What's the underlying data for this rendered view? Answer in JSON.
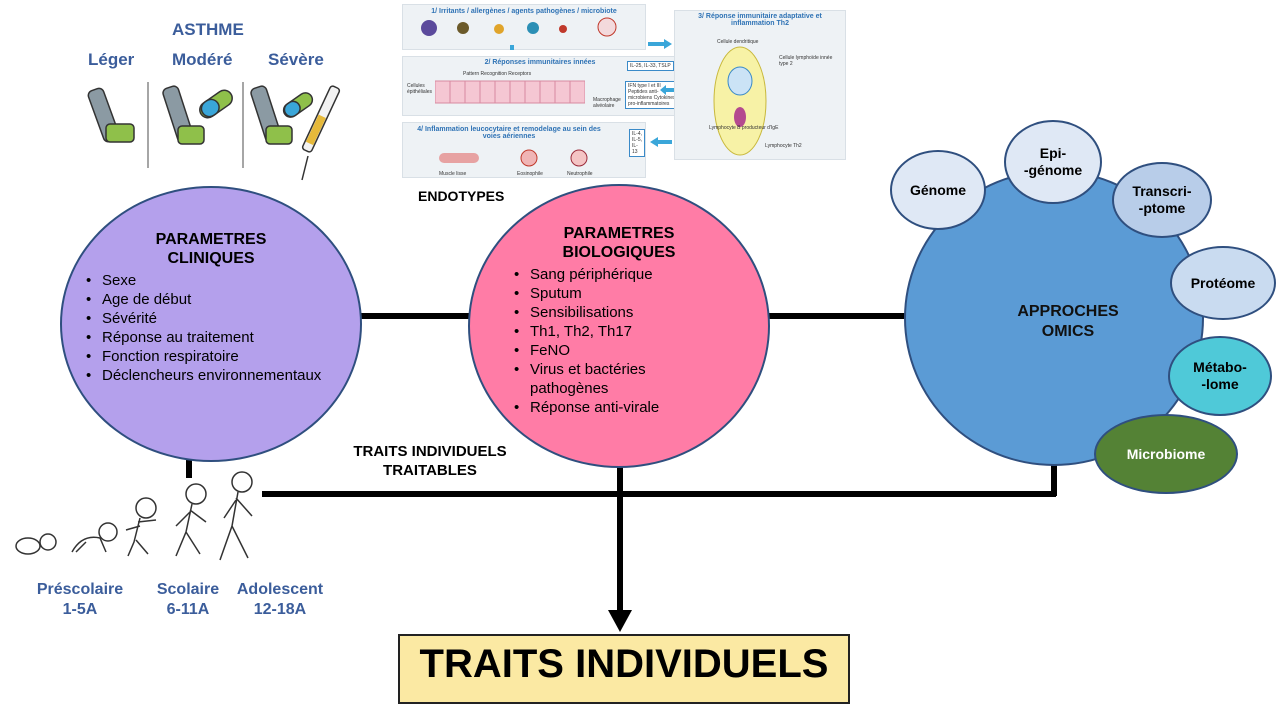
{
  "asthma": {
    "title": "ASTHME",
    "levels": [
      "Léger",
      "Modéré",
      "Sévère"
    ]
  },
  "endotypes": {
    "label": "ENDOTYPES",
    "panel1_title": "1/ Irritants / allergènes / agents pathogènes / microbiote",
    "panel2_title": "2/ Réponses immunitaires innées",
    "panel2_sub": "Pattern Recognition Receptors",
    "panel2_cells": "Cellules épithéliales",
    "panel2_macro": "Macrophage alvéolaire",
    "panel2_box1": "IL-25, IL-33, TSLP",
    "panel2_box2": "IFN type I et III Peptides anti-microbiens Cytokines pro-inflammatoires",
    "panel3_title": "3/ Réponse immunitaire adaptative et inflammation Th2",
    "panel3_dc": "Cellule dendritique",
    "panel3_ilc": "Cellule lymphoïde innée type 2",
    "panel3_b": "Lymphocyte B producteur d'IgE",
    "panel3_th2": "Lymphocyte Th2",
    "panel4_title": "4/ Inflammation leucocytaire et remodelage au sein des voies aériennes",
    "panel4_box": "IL-4, IL-5, IL-13",
    "panel4_items": [
      "Muscle lisse",
      "Eosinophile",
      "Neutrophile"
    ]
  },
  "clinical": {
    "title_line1": "PARAMETRES",
    "title_line2": "CLINIQUES",
    "items": [
      "Sexe",
      "Age de début",
      "Sévérité",
      "Réponse au traitement",
      "Fonction respiratoire",
      "Déclencheurs environnementaux"
    ]
  },
  "biological": {
    "title_line1": "PARAMETRES",
    "title_line2": "BIOLOGIQUES",
    "items": [
      "Sang périphérique",
      "Sputum",
      "Sensibilisations",
      "Th1, Th2, Th17",
      "FeNO",
      "Virus et bactéries pathogènes",
      "Réponse anti-virale"
    ]
  },
  "omics": {
    "title_line1": "APPROCHES",
    "title_line2": "OMICS",
    "satellites": {
      "genome": "Génome",
      "epigenome_1": "Epi-",
      "epigenome_2": "-génome",
      "transcriptome_1": "Transcri-",
      "transcriptome_2": "-ptome",
      "proteome": "Protéome",
      "metabolome_1": "Métabo-",
      "metabolome_2": "-lome",
      "microbiome": "Microbiome"
    },
    "colors": {
      "main": "#5b9bd5",
      "light": "#dfe8f5",
      "mid": "#b8cde9",
      "proteome": "#c9dbf0",
      "metabolome": "#4fc9d8",
      "microbiome": "#548235"
    }
  },
  "traits": {
    "label_line1": "TRAITS INDIVIDUELS",
    "label_line2": "TRAITABLES",
    "result": "TRAITS INDIVIDUELS"
  },
  "ages": [
    {
      "name": "Préscolaire",
      "range": "1-5A"
    },
    {
      "name": "Scolaire",
      "range": "6-11A"
    },
    {
      "name": "Adolescent",
      "range": "12-18A"
    }
  ],
  "colors": {
    "clinical_circle": "#b4a0ec",
    "bio_circle": "#ff7ca6",
    "result_box": "#fbe9a3",
    "label_blue": "#3b5d9b"
  }
}
